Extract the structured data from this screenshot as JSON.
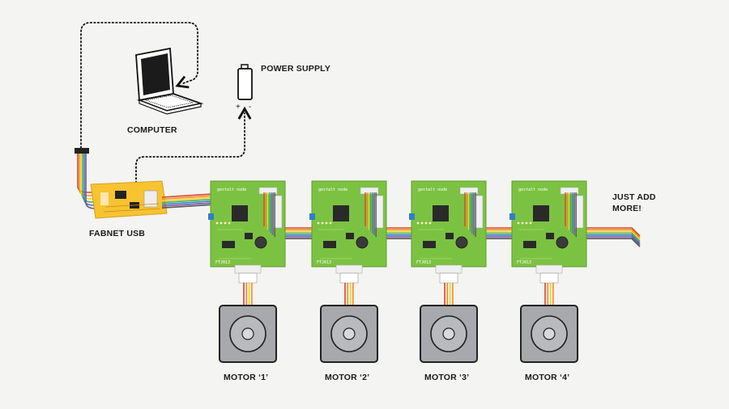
{
  "labels": {
    "computer": "COMPUTER",
    "power_supply": "POWER SUPPLY",
    "fabnet_usb": "FABNET USB",
    "just_add_line1": "JUST ADD",
    "just_add_line2": "MORE!",
    "plus": "+",
    "minus": "-"
  },
  "nodes": [
    {
      "silk_title": "gestalt node",
      "silk_code": "FTJ013",
      "motor_label": "MOTOR ‘1’"
    },
    {
      "silk_title": "gestalt node",
      "silk_code": "FTJ013",
      "motor_label": "MOTOR ‘2’"
    },
    {
      "silk_title": "gestalt node",
      "silk_code": "FTJ013",
      "motor_label": "MOTOR ‘3’"
    },
    {
      "silk_title": "gestalt node",
      "silk_code": "FTJ013",
      "motor_label": "MOTOR ‘4’"
    }
  ],
  "colors": {
    "pcb_green": "#7cc242",
    "fabnet_yellow": "#f7c331",
    "motor_gray": "#a7a9ac",
    "wire_colors": [
      "#d9452e",
      "#f28c28",
      "#f3d21c",
      "#4caf50",
      "#2f7fc8",
      "#7a4ea3",
      "#555555"
    ]
  }
}
